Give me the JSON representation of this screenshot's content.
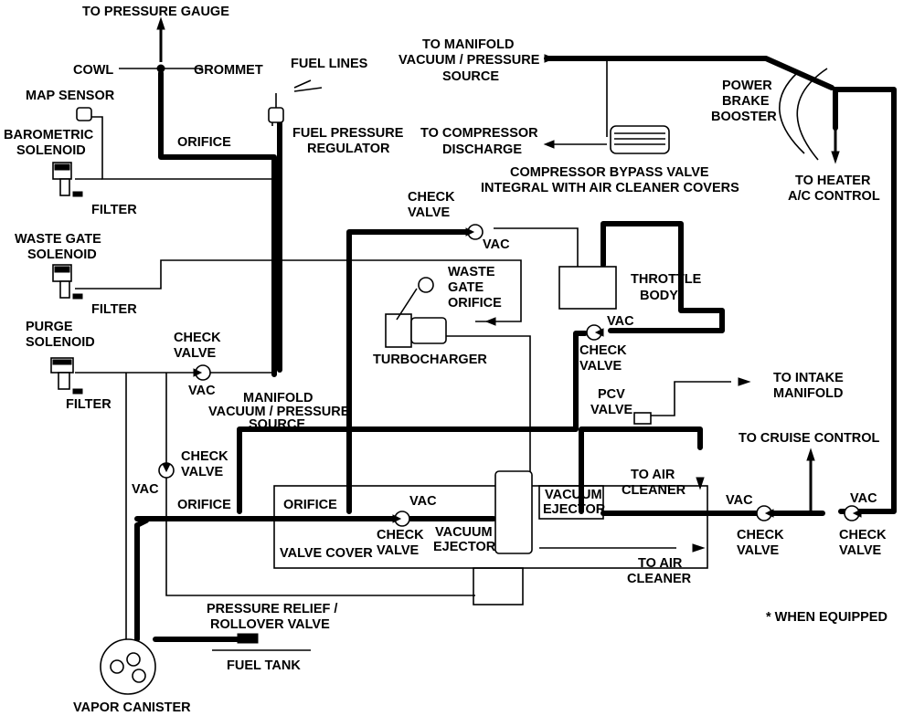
{
  "labels": {
    "to_pressure_gauge": "TO PRESSURE GAUGE",
    "cowl": "COWL",
    "grommet": "GROMMET",
    "map_sensor": "MAP SENSOR",
    "barometric_1": "BAROMETRIC",
    "barometric_2": "SOLENOID",
    "filter_1": "FILTER",
    "orifice_top": "ORIFICE",
    "fuel_lines": "FUEL LINES",
    "fpr_1": "FUEL PRESSURE",
    "fpr_2": "REGULATOR",
    "to_manifold_1": "TO MANIFOLD",
    "to_manifold_2": "VACUUM / PRESSURE",
    "to_manifold_3": "SOURCE",
    "to_compressor_1": "TO COMPRESSOR",
    "to_compressor_2": "DISCHARGE",
    "cbv_1": "COMPRESSOR BYPASS VALVE",
    "cbv_2": "INTEGRAL WITH AIR CLEANER COVERS",
    "power_brake_1": "POWER",
    "power_brake_2": "BRAKE",
    "power_brake_3": "BOOSTER",
    "to_heater_1": "TO HEATER",
    "to_heater_2": "A/C CONTROL",
    "waste_gate_1": "WASTE GATE",
    "waste_gate_2": "SOLENOID",
    "filter_2": "FILTER",
    "check_valve_top_1": "CHECK",
    "check_valve_top_2": "VALVE",
    "vac_top": "VAC",
    "wgo_1": "WASTE",
    "wgo_2": "GATE",
    "wgo_3": "ORIFICE",
    "throttle_1": "THROTTLE",
    "throttle_2": "BODY",
    "purge_1": "PURGE",
    "purge_2": "SOLENOID",
    "check_valve_purge_1": "CHECK",
    "check_valve_purge_2": "VALVE",
    "vac_purge": "VAC",
    "filter_3": "FILTER",
    "turbocharger": "TURBOCHARGER",
    "vac_tb": "VAC",
    "check_valve_tb_1": "CHECK",
    "check_valve_tb_2": "VALVE",
    "to_intake_1": "TO INTAKE",
    "to_intake_2": "MANIFOLD",
    "mvps_1": "MANIFOLD",
    "mvps_2": "VACUUM / PRESSURE",
    "mvps_3": "SOURCE",
    "pcv_1": "PCV",
    "pcv_2": "VALVE",
    "to_cruise": "TO CRUISE CONTROL",
    "check_valve_left_1": "CHECK",
    "check_valve_left_2": "VALVE",
    "vac_left": "VAC",
    "orifice_left": "ORIFICE",
    "orifice_box": "ORIFICE",
    "vac_mid": "VAC",
    "to_air_cleaner_1a": "TO AIR",
    "to_air_cleaner_1b": "CLEANER",
    "vacuum_ejector_r1": "VACUUM",
    "vacuum_ejector_r2": "EJECTOR",
    "vac_r1": "VAC",
    "vac_r2": "VAC",
    "check_valve_mid_1": "CHECK",
    "check_valve_mid_2": "VALVE",
    "vacuum_ejector_l1": "VACUUM",
    "vacuum_ejector_l2": "EJECTOR",
    "check_valve_r1_1": "CHECK",
    "check_valve_r1_2": "VALVE",
    "check_valve_r2_1": "CHECK",
    "check_valve_r2_2": "VALVE",
    "valve_cover": "VALVE COVER",
    "to_air_cleaner_2a": "TO AIR",
    "to_air_cleaner_2b": "CLEANER",
    "when_equipped": "* WHEN EQUIPPED",
    "prv_1": "PRESSURE RELIEF /",
    "prv_2": "ROLLOVER VALVE",
    "fuel_tank": "FUEL TANK",
    "vapor_canister": "VAPOR CANISTER"
  }
}
